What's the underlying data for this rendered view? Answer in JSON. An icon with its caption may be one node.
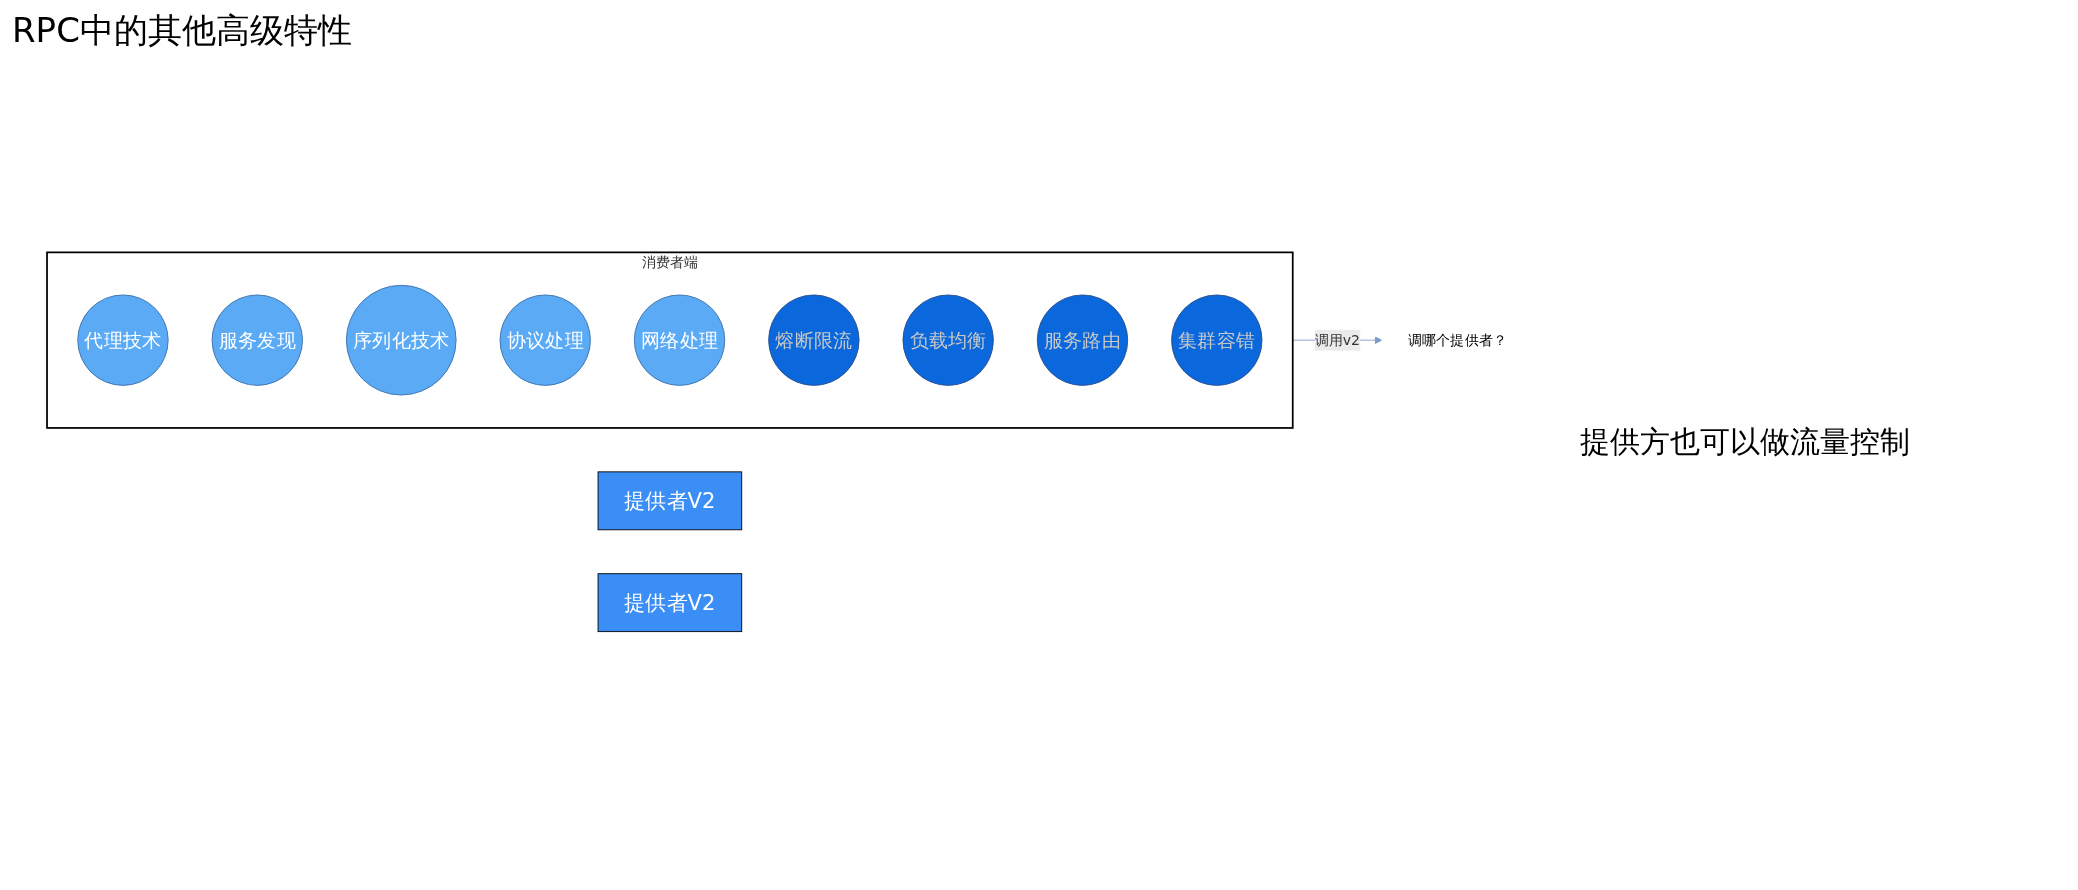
{
  "diagram": {
    "title": "RPC中的其他高级特性",
    "nodes": [
      {
        "text": [
          "消费者端"
        ]
      },
      {
        "text": [
          "代理技术"
        ],
        "in": 0
      },
      {
        "text": [
          "服务发现"
        ],
        "in": 0
      },
      {
        "text": [
          "序列化技术"
        ],
        "in": 0
      },
      {
        "text": [
          "协议处理"
        ],
        "in": 0
      },
      {
        "text": [
          "网络处理"
        ],
        "in": 0
      },
      {
        "text": [
          "熔断限流"
        ],
        "in": 0
      },
      {
        "text": [
          "负载均衡"
        ],
        "in": 0
      },
      {
        "text": [
          "服务路由"
        ],
        "in": 0
      },
      {
        "text": [
          "集群容错"
        ],
        "in": 0
      },
      {
        "text": [
          "调哪个提供者？"
        ]
      },
      {
        "text": [
          "提供者V2"
        ]
      },
      {
        "text": [
          "提供者V2"
        ]
      }
    ],
    "edges": [
      {
        "from": 0,
        "to": 10,
        "arrow": "to",
        "label": "调用v2"
      }
    ],
    "labels": [
      "提供方也可以做流量控制"
    ]
  }
}
